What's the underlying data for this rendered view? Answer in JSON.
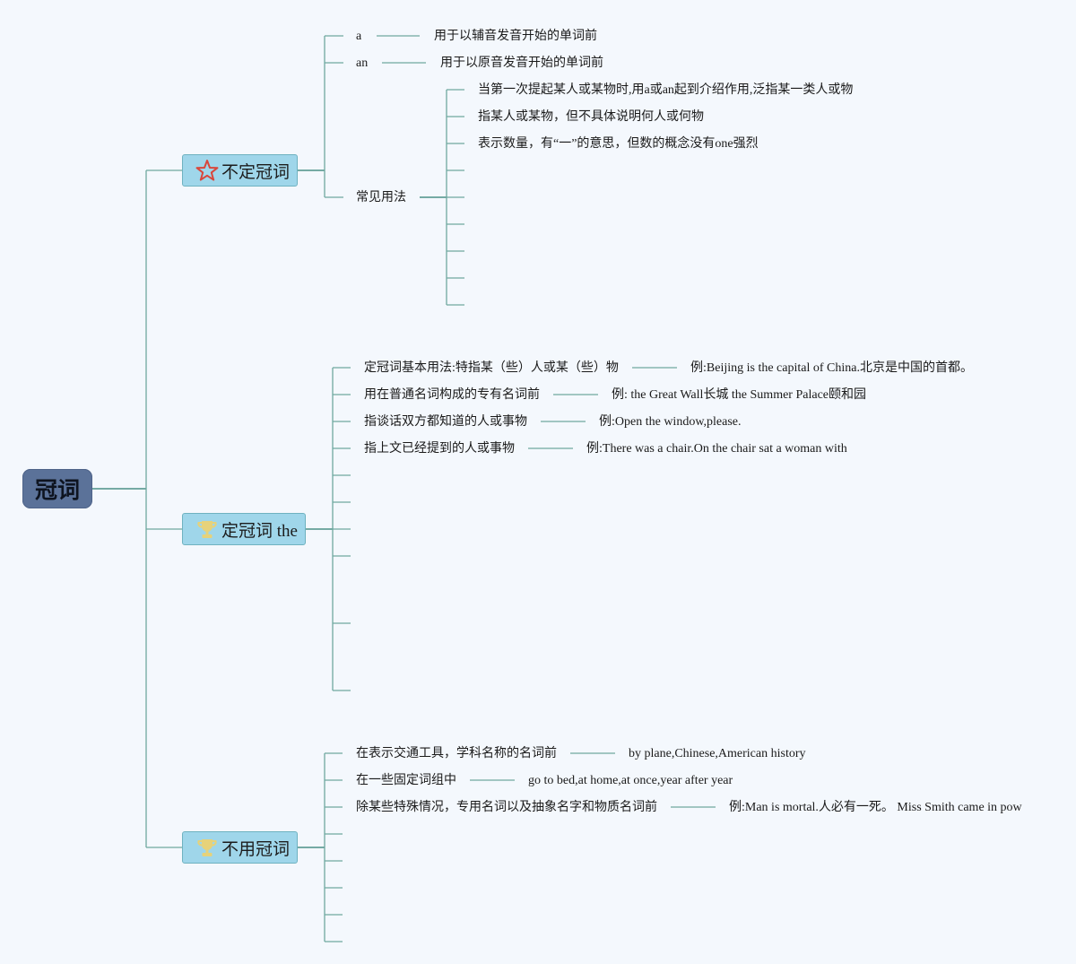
{
  "root": {
    "label": "冠词"
  },
  "colors": {
    "root_fill": "#5b7299",
    "branch_fill": "#9fd6ea",
    "connector": "#6fa9a0",
    "background": "#f4f8fd"
  },
  "branches": [
    {
      "label": "不定冠词",
      "icon": "star-icon",
      "items": [
        {
          "label": "a",
          "detail": "用于以辅音发音开始的单词前"
        },
        {
          "label": "an",
          "detail": "用于以原音发音开始的单词前"
        },
        {
          "label": "常见用法",
          "subitems": [
            "当第一次提起某人或某物时,用a或an起到介绍作用,泛指某一类人或物",
            "指某人或某物，但不具体说明何人或何物",
            "表示数量，有“一”的意思，但数的概念没有one强烈"
          ]
        }
      ]
    },
    {
      "label": "定冠词 the",
      "icon": "trophy-icon",
      "items": [
        {
          "label": "定冠词基本用法:特指某（些）人或某（些）物",
          "detail": "例:Beijing is the capital of China.北京是中国的首都。"
        },
        {
          "label": "用在普通名词构成的专有名词前",
          "detail": "例: the Great Wall长城 the Summer Palace颐和园"
        },
        {
          "label": "指谈话双方都知道的人或事物",
          "detail": "例:Open the window,please."
        },
        {
          "label": "指上文已经提到的人或事物",
          "detail": "例:There was a chair.On the chair sat a woman with"
        }
      ]
    },
    {
      "label": "不用冠词",
      "icon": "trophy-icon",
      "items": [
        {
          "label": "在表示交通工具，学科名称的名词前",
          "detail": "by plane,Chinese,American history"
        },
        {
          "label": "在一些固定词组中",
          "detail": "go to bed,at home,at once,year after year"
        },
        {
          "label": "除某些特殊情况，专用名词以及抽象名字和物质名词前",
          "detail": "例:Man is mortal.人必有一死。 Miss Smith came in pow"
        }
      ]
    }
  ]
}
